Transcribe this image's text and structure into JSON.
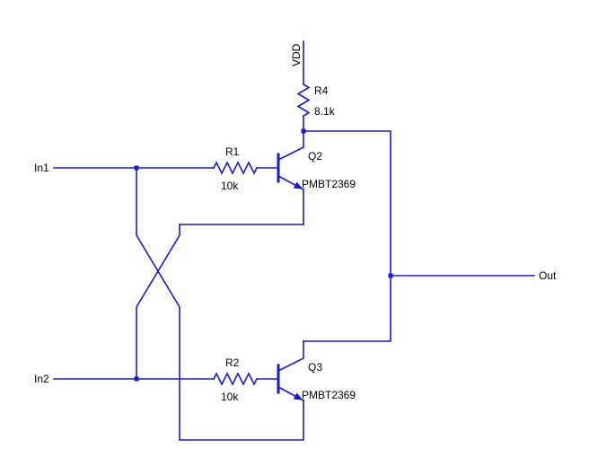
{
  "schematic": {
    "colors": {
      "bg": "#ffffff",
      "wire": "#1a1ac8",
      "text": "#000000"
    },
    "ports": {
      "vdd": "VDD",
      "in1": "In1",
      "in2": "In2",
      "out": "Out"
    },
    "components": {
      "r1": {
        "name": "R1",
        "value": "10k"
      },
      "r2": {
        "name": "R2",
        "value": "10k"
      },
      "r4": {
        "name": "R4",
        "value": "8.1k"
      },
      "q2": {
        "name": "Q2",
        "part": "PMBT2369"
      },
      "q3": {
        "name": "Q3",
        "part": "PMBT2369"
      }
    }
  }
}
